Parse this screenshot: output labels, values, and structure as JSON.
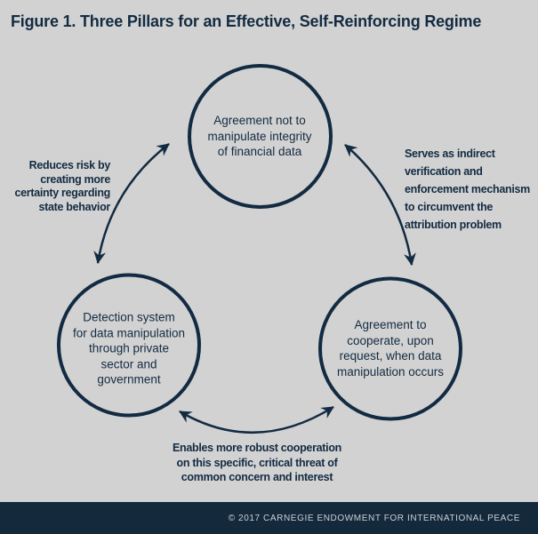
{
  "title": "Figure 1. Three Pillars for an Effective, Self-Reinforcing Regime",
  "pillars": {
    "top": {
      "text": "Agreement not to\nmanipulate integrity\nof financial data"
    },
    "bottom_left": {
      "text": "Detection system\nfor data manipulation\nthrough private\nsector and\ngovernment"
    },
    "bottom_right": {
      "text": "Agreement to\ncooperate, upon\nrequest, when data\nmanipulation occurs"
    }
  },
  "edge_labels": {
    "left": {
      "text": "Reduces risk by\ncreating more\ncertainty regarding\nstate behavior"
    },
    "right": {
      "text": "Serves as indirect\nverification and\nenforcement mechanism\nto circumvent the\nattribution problem"
    },
    "bottom": {
      "text": "Enables more robust cooperation\non this specific, critical threat of\ncommon concern and interest"
    }
  },
  "footer": {
    "copyright": "© 2017 CARNEGIE ENDOWMENT FOR INTERNATIONAL PEACE"
  },
  "colors": {
    "background": "#d2d2d2",
    "ink": "#132b42",
    "footer-background": "#14293c",
    "footer-text": "#cbd0d6"
  }
}
